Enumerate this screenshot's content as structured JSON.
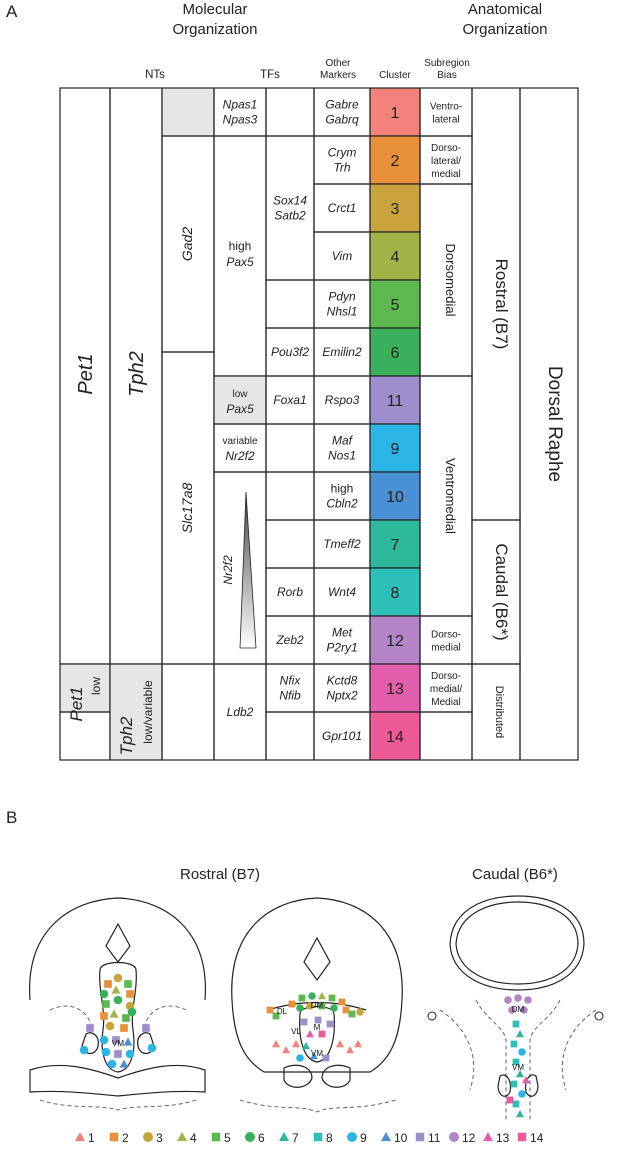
{
  "panels": {
    "a": "A",
    "b": "B"
  },
  "headers": {
    "molecular": [
      "Molecular",
      "Organization"
    ],
    "anatomical": [
      "Anatomical",
      "Organization"
    ],
    "nts": "NTs",
    "tfs": "TFs",
    "other_markers": [
      "Other",
      "Markers"
    ],
    "cluster": "Cluster",
    "subregion_bias": [
      "Subregion",
      "Bias"
    ]
  },
  "nt_labels": {
    "pet1": "Pet1",
    "tph2": "Tph2",
    "gad2": "Gad2",
    "slc17a8": "Slc17a8",
    "pet1_low": "Pet1",
    "pet1_low_suffix": "low",
    "tph2_low": "Tph2",
    "tph2_low_suffix": "low/variable"
  },
  "tf_labels": {
    "npas": [
      "Npas1",
      "Npas3"
    ],
    "high_pax5": [
      "high",
      "Pax5"
    ],
    "low_pax5": [
      "low",
      "Pax5"
    ],
    "variable_nr2f2": [
      "variable",
      "Nr2f2"
    ],
    "nr2f2_gradient": "Nr2f2",
    "ldb2": "Ldb2",
    "sox14_satb2": [
      "Sox14",
      "Satb2"
    ],
    "pou3f2": "Pou3f2",
    "foxa1": "Foxa1",
    "rorb": "Rorb",
    "zeb2": "Zeb2",
    "nfix_nfib": [
      "Nfix",
      "Nfib"
    ]
  },
  "rows": [
    {
      "markers": [
        "Gabre",
        "Gabrq"
      ],
      "cluster": "1",
      "color": "#F4827A"
    },
    {
      "markers": [
        "Crym",
        "Trh"
      ],
      "cluster": "2",
      "color": "#E8913A"
    },
    {
      "markers": [
        "Crct1"
      ],
      "cluster": "3",
      "color": "#C9A33D"
    },
    {
      "markers": [
        "Vim"
      ],
      "cluster": "4",
      "color": "#A4B24A"
    },
    {
      "markers": [
        "Pdyn",
        "Nhsl1"
      ],
      "cluster": "5",
      "color": "#5DB84F"
    },
    {
      "markers": [
        "Emilin2"
      ],
      "cluster": "6",
      "color": "#3BB05A"
    },
    {
      "markers": [
        "Rspo3"
      ],
      "cluster": "11",
      "color": "#9D8FCC"
    },
    {
      "markers": [
        "Maf",
        "Nos1"
      ],
      "cluster": "9",
      "color": "#2BB4E6"
    },
    {
      "markers": [
        "high",
        "Cbln2"
      ],
      "cluster": "10",
      "color": "#4A90D4"
    },
    {
      "markers": [
        "Tmeff2"
      ],
      "cluster": "7",
      "color": "#2DB89C"
    },
    {
      "markers": [
        "Wnt4"
      ],
      "cluster": "8",
      "color": "#2DBFB8"
    },
    {
      "markers": [
        "Met",
        "P2ry1"
      ],
      "cluster": "12",
      "color": "#B385C6"
    },
    {
      "markers": [
        "Kctd8",
        "Nptx2"
      ],
      "cluster": "13",
      "color": "#E25EAA"
    },
    {
      "markers": [
        "Gpr101"
      ],
      "cluster": "14",
      "color": "#EE5A98"
    }
  ],
  "subregions": {
    "ventrolateral": [
      "Ventro-",
      "lateral"
    ],
    "dorsolateral": [
      "Dorso-",
      "lateral/",
      "medial"
    ],
    "dorsomedial": "Dorsomedial",
    "ventromedial": "Ventromedial",
    "dorsomedial2": [
      "Dorso-",
      "medial"
    ],
    "dorsomedial_medial": [
      "Dorso-",
      "medial/",
      "Medial"
    ],
    "distributed": "Distributed"
  },
  "anatomy": {
    "rostral": "Rostral (B7)",
    "caudal": "Caudal (B6*)",
    "dorsal_raphe": "Dorsal Raphe"
  },
  "section_titles": {
    "rostral": "Rostral (B7)",
    "caudal": "Caudal (B6*)"
  },
  "region_labels": {
    "dm": "DM",
    "vm": "VM",
    "dl": "DL",
    "m": "M",
    "vl": "VL"
  },
  "legend": [
    {
      "label": "1",
      "shape": "triangle",
      "color": "#F4827A"
    },
    {
      "label": "2",
      "shape": "square",
      "color": "#E8913A"
    },
    {
      "label": "3",
      "shape": "circle",
      "color": "#C9A33D"
    },
    {
      "label": "4",
      "shape": "triangle",
      "color": "#A4B24A"
    },
    {
      "label": "5",
      "shape": "square",
      "color": "#5DB84F"
    },
    {
      "label": "6",
      "shape": "circle",
      "color": "#3BB05A"
    },
    {
      "label": "7",
      "shape": "triangle",
      "color": "#2DB89C"
    },
    {
      "label": "8",
      "shape": "square",
      "color": "#2DBFB8"
    },
    {
      "label": "9",
      "shape": "circle",
      "color": "#2BB4E6"
    },
    {
      "label": "10",
      "shape": "triangle",
      "color": "#4A90D4"
    },
    {
      "label": "11",
      "shape": "square",
      "color": "#9D8FCC"
    },
    {
      "label": "12",
      "shape": "circle",
      "color": "#B385C6"
    },
    {
      "label": "13",
      "shape": "triangle",
      "color": "#E25EAA"
    },
    {
      "label": "14",
      "shape": "square",
      "color": "#EE5A98"
    }
  ]
}
